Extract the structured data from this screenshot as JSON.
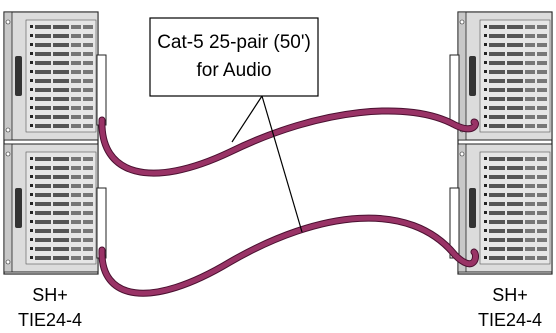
{
  "callout": {
    "line1": "Cat-5 25-pair (50')",
    "line2": "for Audio"
  },
  "left_unit": {
    "line1": "SH+",
    "line2": "TIE24-4"
  },
  "right_unit": {
    "line1": "SH+",
    "line2": "TIE24-4"
  },
  "colors": {
    "cable": "#993366",
    "cable_edge": "#4a1030",
    "panel": "#dcdcdc",
    "jack": "#6e6e6e"
  }
}
